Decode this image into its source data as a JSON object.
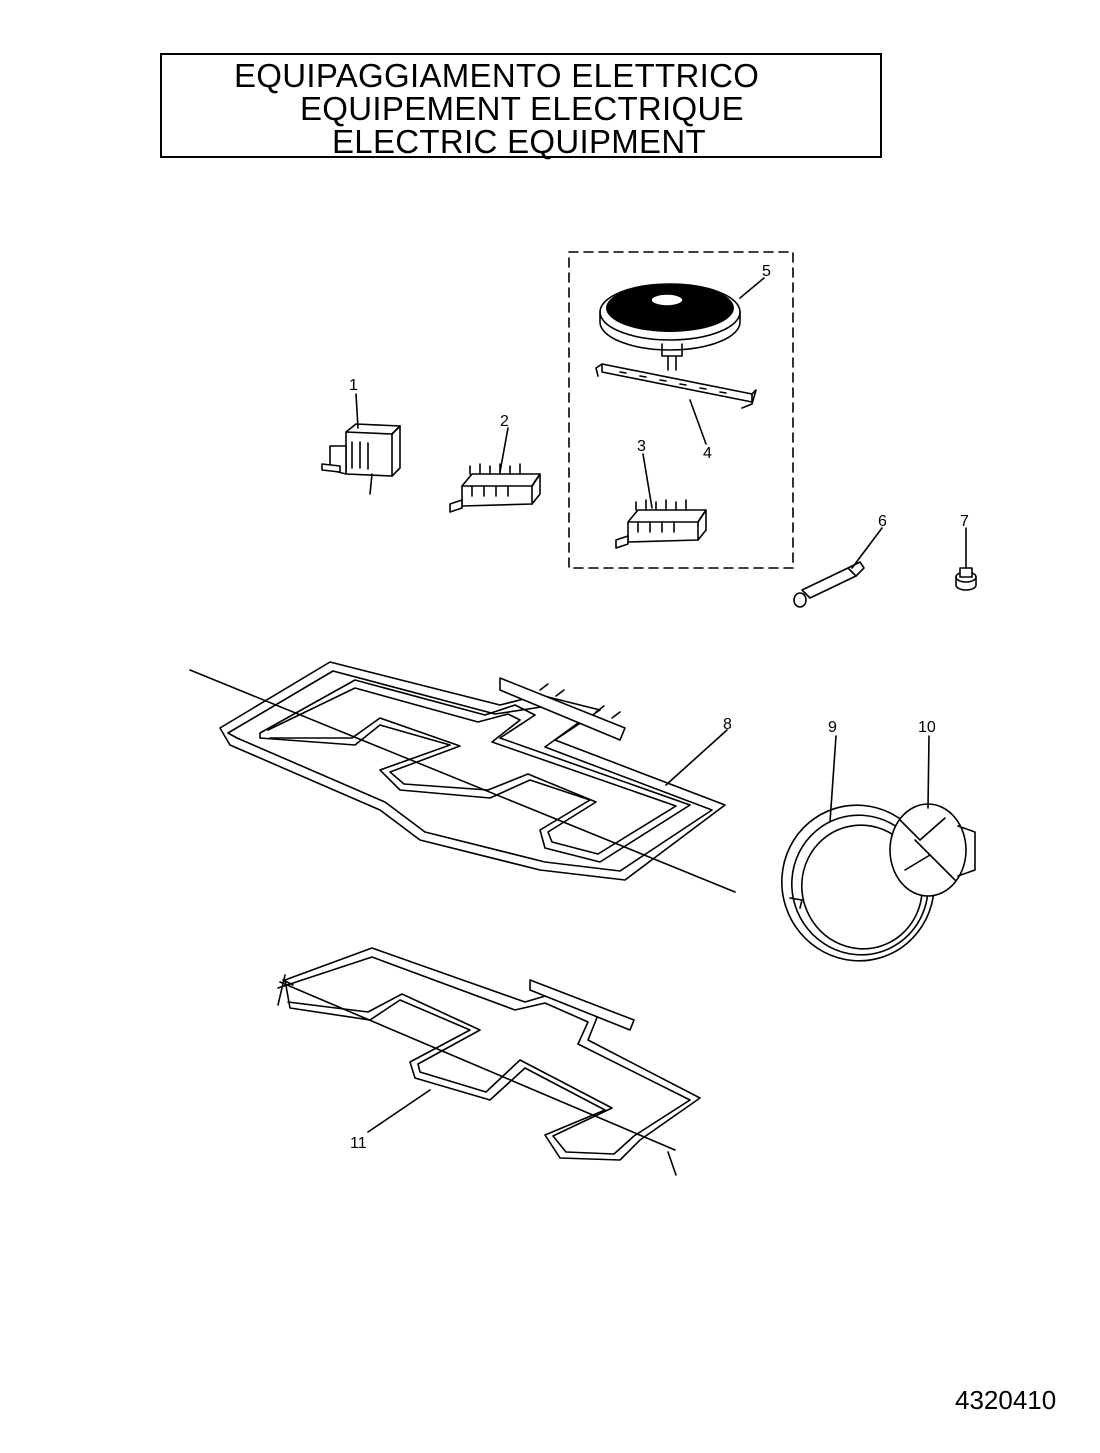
{
  "title": {
    "line1": "EQUIPAGGIAMENTO ELETTRICO",
    "line2": "EQUIPEMENT ELECTRIQUE",
    "line3": "ELECTRIC EQUIPMENT"
  },
  "document_code": "4320410",
  "callouts": [
    "1",
    "2",
    "3",
    "4",
    "5",
    "6",
    "7",
    "8",
    "9",
    "10",
    "11"
  ],
  "parts": [
    {
      "number": "1",
      "icon": "thermostat-icon"
    },
    {
      "number": "2",
      "icon": "rotary-switch-icon"
    },
    {
      "number": "3",
      "icon": "rotary-switch-icon"
    },
    {
      "number": "4",
      "icon": "mounting-bracket-icon"
    },
    {
      "number": "5",
      "icon": "hotplate-icon"
    },
    {
      "number": "6",
      "icon": "indicator-lamp-icon"
    },
    {
      "number": "7",
      "icon": "knob-insert-icon"
    },
    {
      "number": "8",
      "icon": "top-heating-element-icon"
    },
    {
      "number": "9",
      "icon": "circular-heating-element-icon"
    },
    {
      "number": "10",
      "icon": "fan-motor-icon"
    },
    {
      "number": "11",
      "icon": "bottom-heating-element-icon"
    }
  ]
}
